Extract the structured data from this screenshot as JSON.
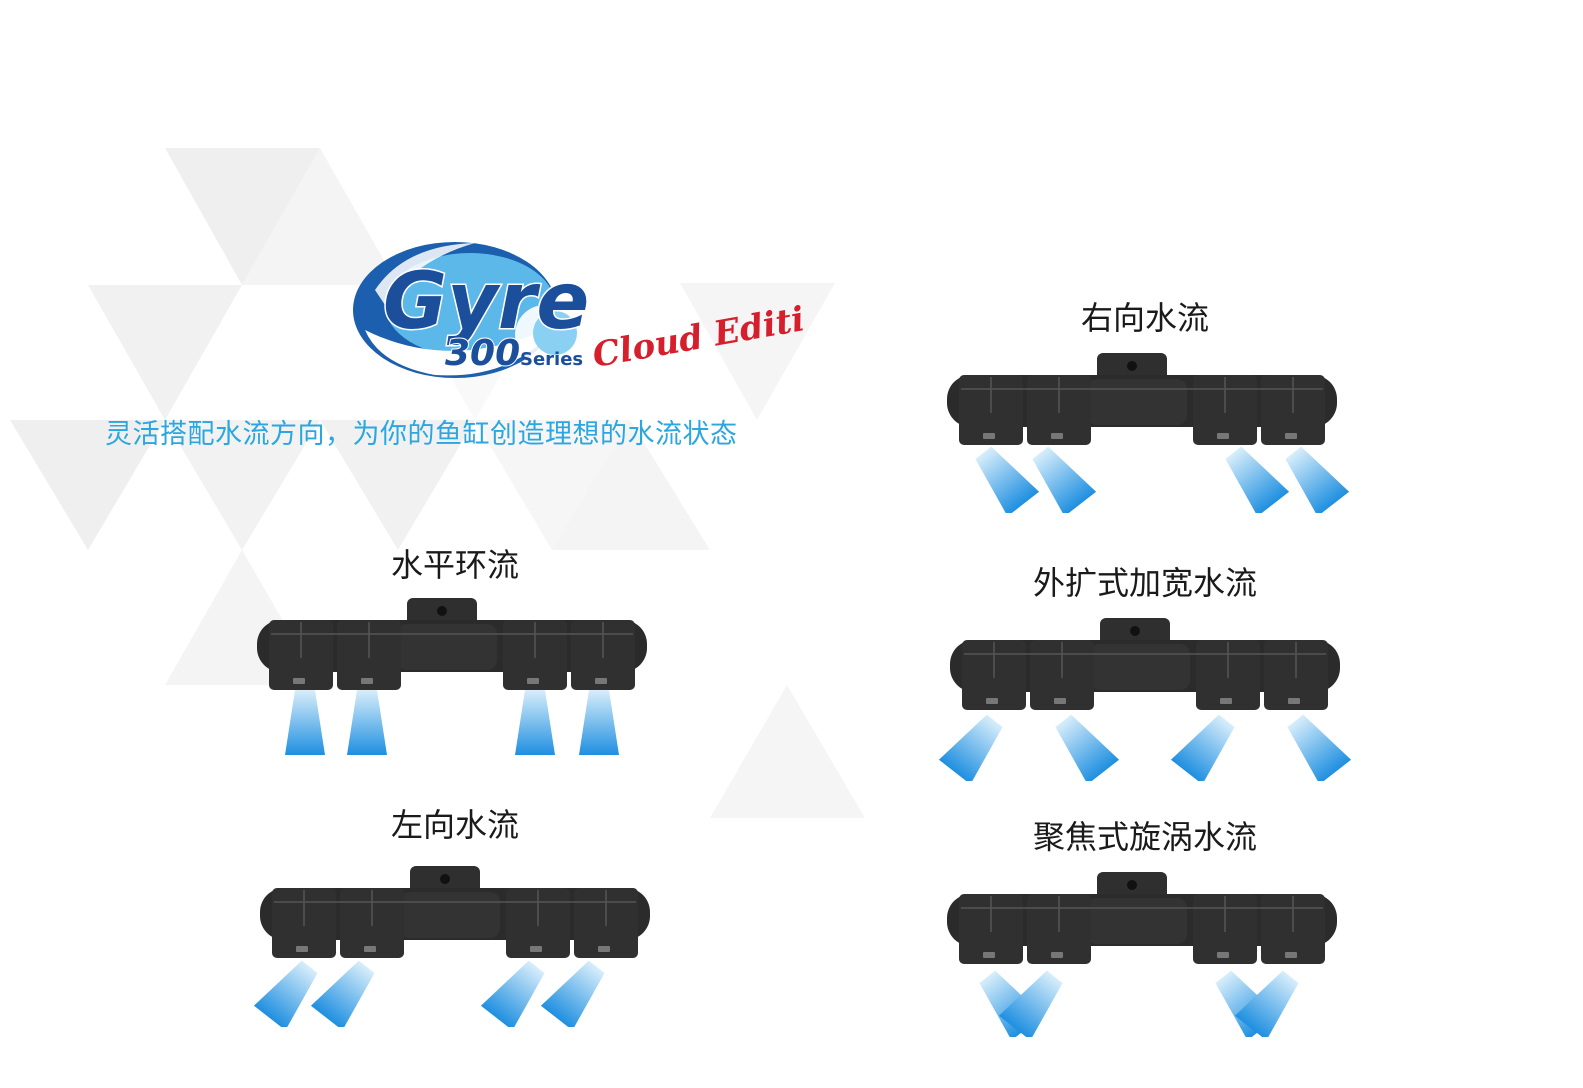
{
  "logo": {
    "brand": "Gyre",
    "number": "300",
    "series": "Series",
    "edition": "Cloud Edition"
  },
  "tagline": "灵活搭配水流方向，为你的鱼缸创造理想的水流状态",
  "modes": [
    {
      "id": "horizontal",
      "title": "水平环流"
    },
    {
      "id": "left",
      "title": "左向水流"
    },
    {
      "id": "right",
      "title": "右向水流"
    },
    {
      "id": "wide",
      "title": "外扩式加宽水流"
    },
    {
      "id": "focused",
      "title": "聚焦式旋涡水流"
    }
  ],
  "colors": {
    "accent": "#2aa6e0",
    "edition_red": "#d61f2c",
    "pump_body": "#2b2b2b",
    "flow_blue": "#3ba3e6"
  },
  "icons": [
    "pump-icon",
    "water-flow-icon"
  ]
}
